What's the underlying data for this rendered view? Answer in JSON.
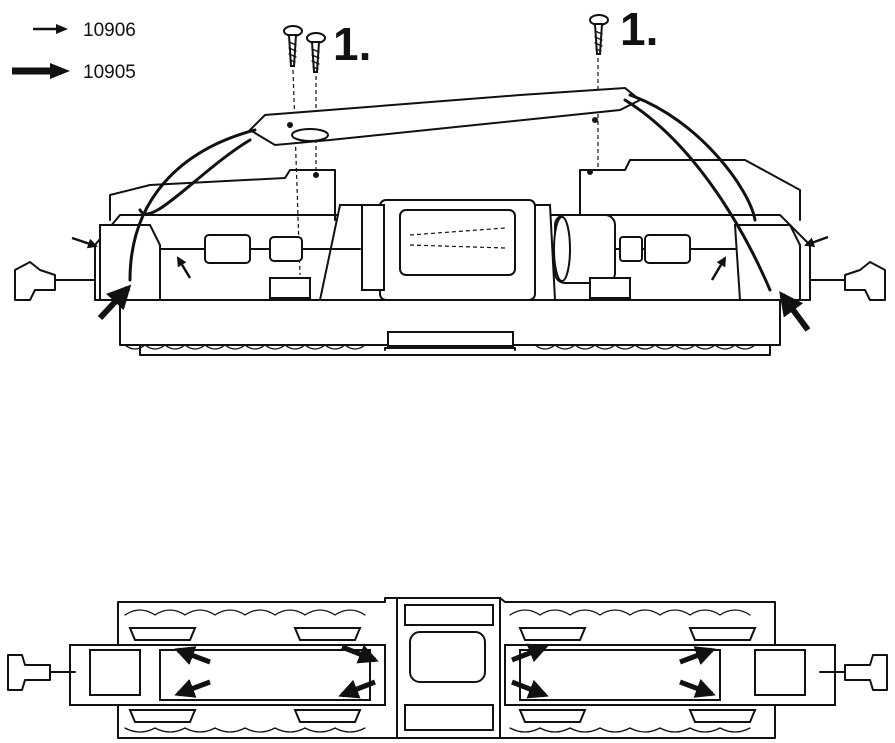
{
  "legend": {
    "items": [
      {
        "label": "10906",
        "arrow": "thin-arrow-icon"
      },
      {
        "label": "10905",
        "arrow": "thick-arrow-icon"
      }
    ]
  },
  "steps": {
    "left": "1.",
    "right": "1."
  },
  "colors": {
    "ink": "#111111",
    "background": "#ffffff"
  }
}
